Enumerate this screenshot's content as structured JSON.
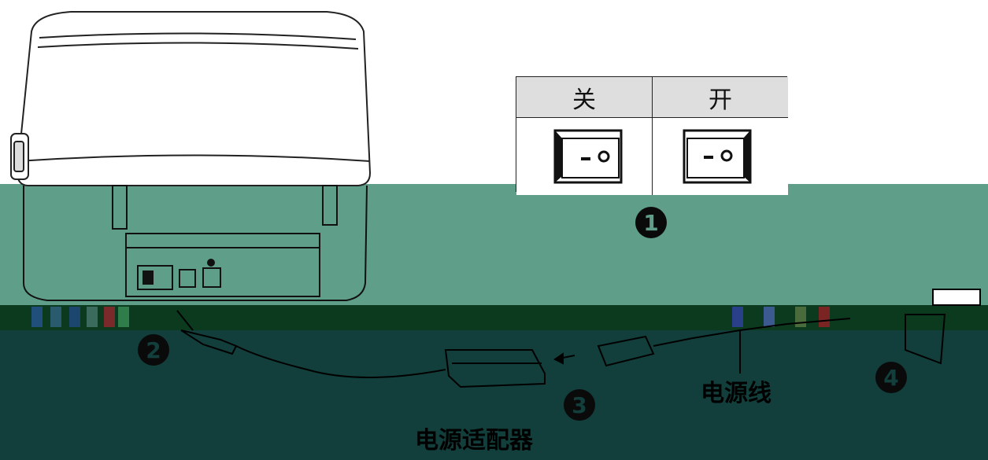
{
  "switch_table": {
    "off_label": "关",
    "on_label": "开"
  },
  "steps": [
    "1",
    "2",
    "3",
    "4"
  ],
  "labels": {
    "power_cord": "电源线",
    "power_adapter": "电源适配器"
  },
  "colors": {
    "teal_band": "#5f9e88",
    "dark_band": "#0b3a1e",
    "deep_band": "#123f3c"
  }
}
